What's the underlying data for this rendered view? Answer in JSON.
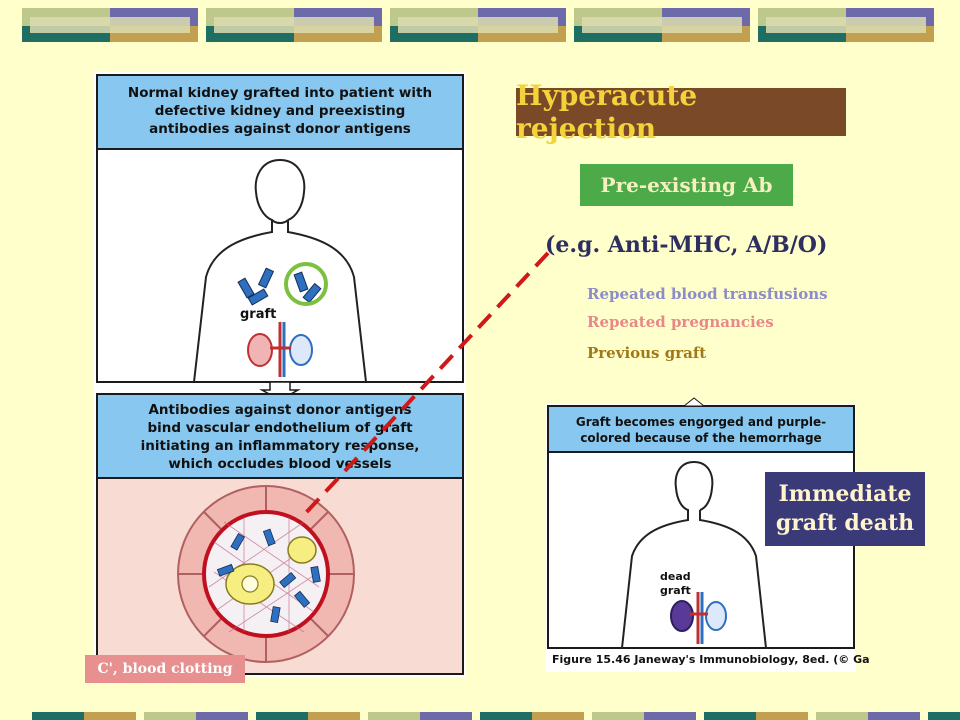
{
  "title": "Hyperacute rejection",
  "pre_existing": "Pre-existing Ab",
  "example": "(e.g. Anti-MHC, A/B/O)",
  "sources": [
    {
      "label": "Repeated blood transfusions",
      "color": "#8C8CC8"
    },
    {
      "label": "Repeated pregnancies",
      "color": "#E88888"
    },
    {
      "label": "Previous graft",
      "color": "#A07818"
    }
  ],
  "outcome": {
    "line1": "Immediate",
    "line2": "graft death"
  },
  "clotting": "C', blood clotting",
  "panel1": {
    "heading_lines": [
      "Normal kidney grafted into patient with",
      "defective kidney and preexisting",
      "antibodies against donor antigens"
    ],
    "graft_label": "graft"
  },
  "panel2": {
    "heading_lines": [
      "Antibodies against donor antigens",
      "bind vascular endothelium of graft",
      "initiating an inflammatory response,",
      "which occludes blood vessels"
    ]
  },
  "panel3": {
    "heading_lines": [
      "Graft becomes engorged and purple-",
      "colored because of the hemorrhage"
    ],
    "dead_graft_line1": "dead",
    "dead_graft_line2": "graft",
    "caption": "Figure 15.46  Janeway's Immunobiology, 8ed. (© Ga"
  },
  "colors": {
    "background": "#FFFFCC",
    "panel_head": "#88C8F0",
    "vessel_pink": "#F8DCD4",
    "title_bg": "#7A4A28",
    "title_text": "#F4D23A",
    "pre_ab_bg": "#4CAA48",
    "outcome_bg": "#3A3A78",
    "dashed_line": "#D01818"
  }
}
